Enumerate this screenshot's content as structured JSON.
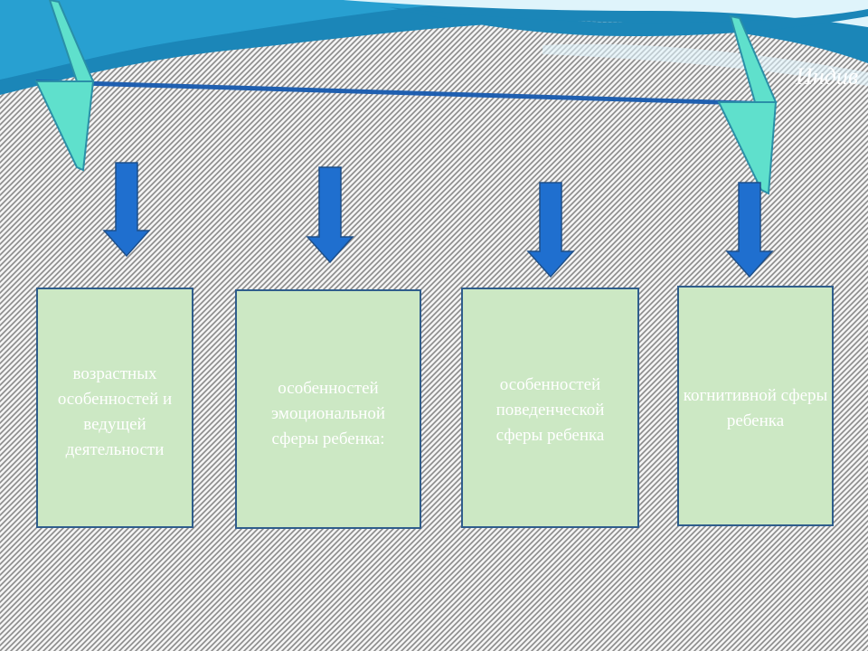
{
  "slide": {
    "title_fragment": "Индив",
    "boxes": [
      {
        "text": "возрастных особенностей и ведущей деятельности"
      },
      {
        "text": "особенностей эмоциональной сферы ребенка:"
      },
      {
        "text": "особенностей поведенческой сферы ребенка"
      },
      {
        "text": "когнитивной сферы ребенка"
      }
    ]
  },
  "colors": {
    "box_fill": "#cce8c4",
    "box_border": "#2f5d8c",
    "arrow_fill": "#1f6fcf",
    "wave_dark": "#1b86b8",
    "wave_light": "#dff4fb",
    "slash_fill": "#5fe0cc",
    "hatch": "#8a8a8a"
  }
}
